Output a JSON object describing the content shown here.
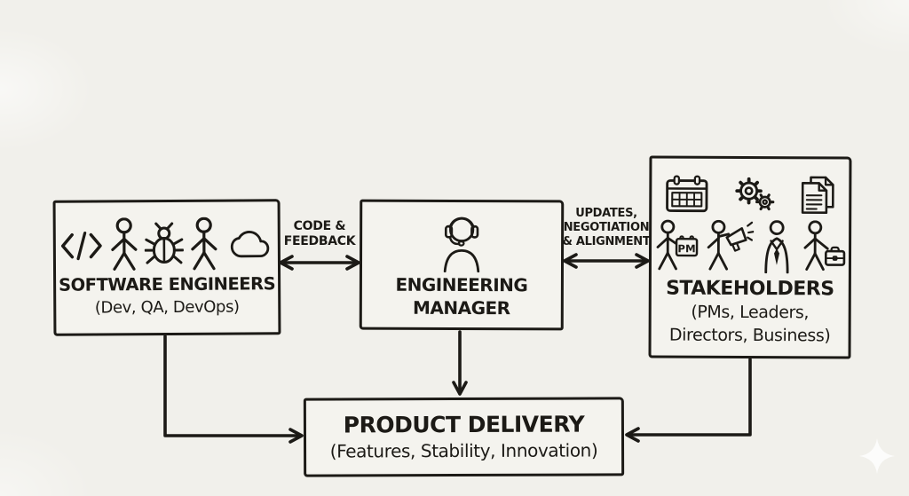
{
  "canvas": {
    "background_color": "#f1f0eb",
    "ink_color": "#1c1a16",
    "type": "hand-drawn flow diagram"
  },
  "boxes": {
    "software_engineers": {
      "title": "SOFTWARE ENGINEERS",
      "subtitle": "(Dev, QA, DevOps)",
      "icons": [
        "code-icon",
        "person-icon",
        "bug-icon",
        "person-icon",
        "cloud-icon"
      ]
    },
    "engineering_manager": {
      "title_line1": "ENGINEERING",
      "title_line2": "MANAGER",
      "icons": [
        "headset-person-icon"
      ]
    },
    "stakeholders": {
      "title": "STAKEHOLDERS",
      "subtitle_line1": "(PMs, Leaders,",
      "subtitle_line2": "Directors, Business)",
      "pm_badge_label": "PM",
      "icons_row1": [
        "calendar-icon",
        "gears-icon",
        "documents-icon"
      ],
      "icons_row2": [
        "pm-person-icon",
        "megaphone-person-icon",
        "suit-person-icon",
        "briefcase-person-icon"
      ]
    },
    "product_delivery": {
      "title": "PRODUCT DELIVERY",
      "subtitle": "(Features, Stability, Innovation)"
    }
  },
  "connectors": {
    "se_em": {
      "type": "bidirectional-arrow",
      "label_line1": "CODE &",
      "label_line2": "FEEDBACK"
    },
    "em_sh": {
      "type": "bidirectional-arrow",
      "label_line1": "UPDATES,",
      "label_line2": "NEGOTIATION",
      "label_line3": "& ALIGNMENT"
    },
    "em_pd": {
      "type": "arrow-down"
    },
    "se_pd": {
      "type": "elbow-arrow-right"
    },
    "sh_pd": {
      "type": "elbow-arrow-left"
    }
  }
}
